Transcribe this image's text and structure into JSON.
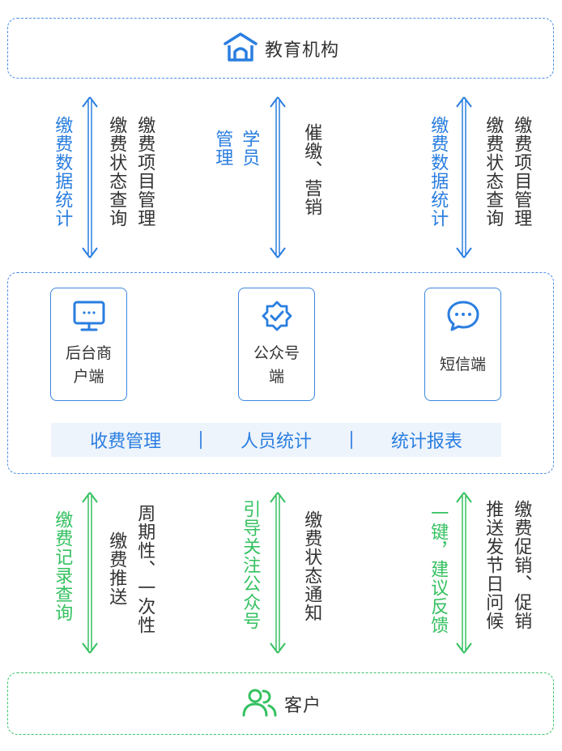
{
  "top": {
    "title": "教育机构",
    "icon": "school-building-icon"
  },
  "top_links": [
    {
      "left_text": "缴费数据统计",
      "right_text": [
        "缴费项目管理",
        "缴费状态查询"
      ]
    },
    {
      "left_text": [
        "学员",
        "管理"
      ],
      "right_text": [
        "催缴、营销"
      ]
    },
    {
      "left_text": "缴费数据统计",
      "right_text": [
        "缴费项目管理",
        "缴费状态查询"
      ]
    }
  ],
  "cards": [
    {
      "label_line1": "后台商",
      "label_line2": "户端",
      "icon": "monitor-icon"
    },
    {
      "label_line1": "公众号",
      "label_line2": "端",
      "icon": "verified-badge-icon"
    },
    {
      "label_line1": "短信端",
      "label_line2": "",
      "icon": "chat-bubble-icon"
    }
  ],
  "functions": [
    "收费管理",
    "人员统计",
    "统计报表"
  ],
  "bottom_links": [
    {
      "left_text": "缴费记录查询",
      "right_text": [
        "周期性、一次性",
        "缴费推送"
      ]
    },
    {
      "left_text": "引导关注公众号",
      "right_text": [
        "缴费状态通知"
      ]
    },
    {
      "left_text": "一键，建议反馈",
      "right_text": [
        "缴费促销、促销",
        "推送发节日问候"
      ]
    }
  ],
  "bottom": {
    "title": "客户",
    "icon": "users-icon"
  },
  "colors": {
    "blue": "#2a7ee0",
    "green": "#35c160",
    "border_blue": "#4a8ee6",
    "border_green": "#3cc46a"
  }
}
